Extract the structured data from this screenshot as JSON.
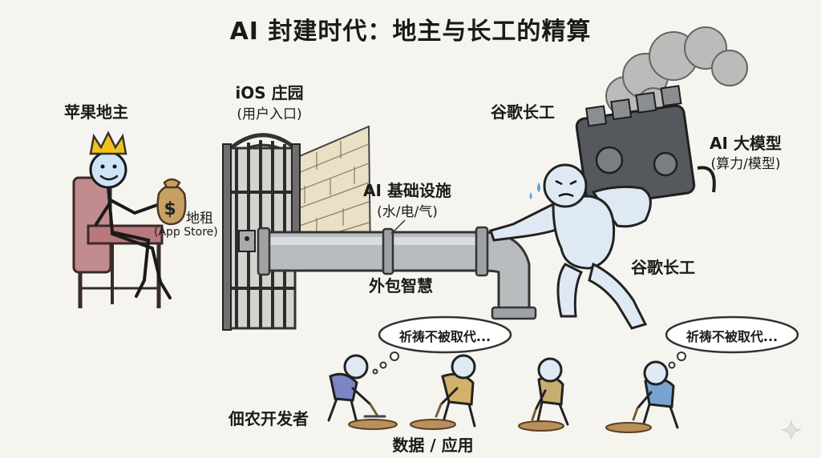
{
  "title": "AI 封建时代：地主与长工的精算",
  "labels": {
    "apple_landlord": "苹果地主",
    "ios_manor": "iOS 庄园",
    "ios_manor_sub": "(用户入口)",
    "land_rent": "地租",
    "app_store": "(App Store)",
    "ai_infrastructure": "AI 基础设施",
    "ai_infrastructure_sub": "(水/电/气)",
    "google_laborer_top": "谷歌长工",
    "ai_big_model": "AI 大模型",
    "ai_big_model_sub": "(算力/模型)",
    "google_laborer_side": "谷歌长工",
    "outsourced_wisdom": "外包智慧",
    "tenant_developers": "佃农开发者",
    "data_apps": "数据 / 应用",
    "prayer_left": "祈祷不被取代...",
    "prayer_right": "祈祷不被取代..."
  },
  "icons": [
    "crown-icon",
    "money-bag-icon",
    "sparkle-icon"
  ],
  "colors": {
    "background": "#f6f4ef",
    "crown": "#f2c21b",
    "money_bag": "#c8a063",
    "chair": "#b8787d",
    "pipe": "#b9bcbf",
    "engine": "#55585c",
    "smoke": "#9a9a9a"
  }
}
